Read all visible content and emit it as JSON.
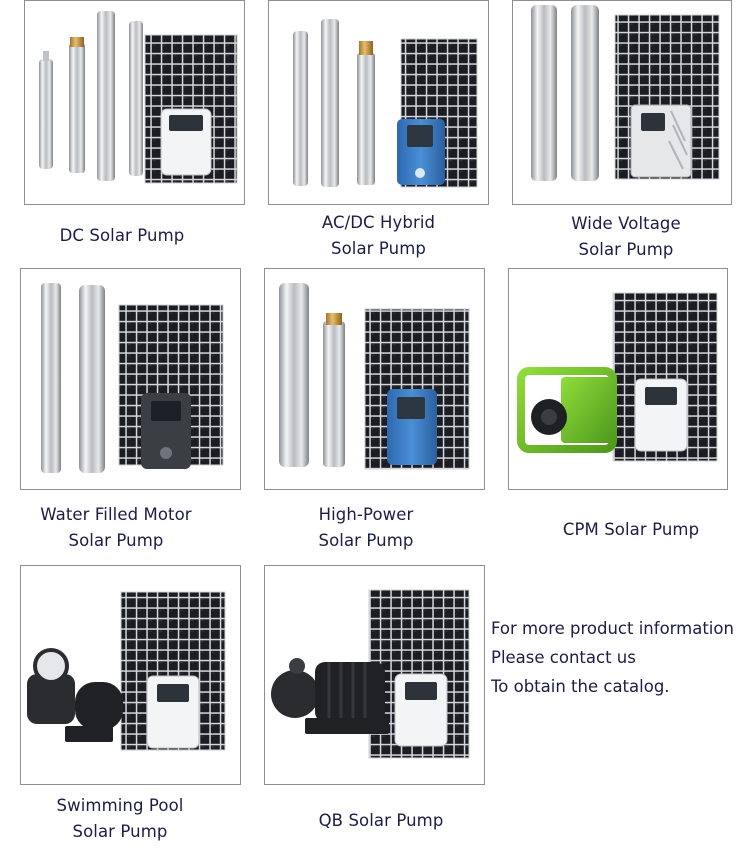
{
  "products": [
    {
      "id": "dc",
      "caption": [
        "DC Solar Pump"
      ]
    },
    {
      "id": "acdc",
      "caption": [
        "AC/DC Hybrid",
        "Solar Pump"
      ]
    },
    {
      "id": "wide",
      "caption": [
        "Wide Voltage",
        "Solar Pump"
      ]
    },
    {
      "id": "water",
      "caption": [
        "Water Filled Motor",
        "Solar Pump"
      ]
    },
    {
      "id": "highpower",
      "caption": [
        "High-Power",
        "Solar Pump"
      ]
    },
    {
      "id": "cpm",
      "caption": [
        "CPM Solar Pump"
      ]
    },
    {
      "id": "pool",
      "caption": [
        "Swimming Pool",
        "Solar Pump"
      ]
    },
    {
      "id": "qb",
      "caption": [
        "QB Solar Pump"
      ]
    }
  ],
  "contact_note": {
    "line1": "For more product  information",
    "line2": "Please contact us",
    "line3": "To obtain the catalog."
  },
  "colors": {
    "caption_text": "#1b1c47",
    "frame_border": "#8f8f8f",
    "solar_cell": "#1b1d22",
    "controller_blue": "#3f7fc4",
    "cpm_green": "#6fbf2a"
  },
  "icons": {
    "panel": "solar-panel-icon",
    "pump": "submersible-pump-icon",
    "controller": "pump-controller-icon"
  }
}
